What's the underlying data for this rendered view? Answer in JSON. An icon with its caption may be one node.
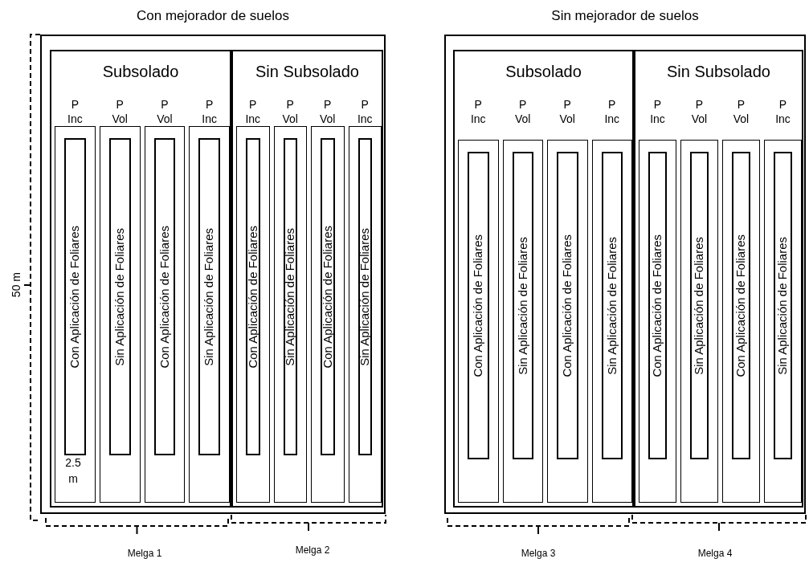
{
  "diagram": {
    "nodes": [
      {
        "text": [
          "Con mejorador de suelos"
        ]
      },
      {
        "text": [
          "Subsolado"
        ],
        "in": 0
      },
      {
        "text": [
          "P Inc"
        ],
        "in": 1
      },
      {
        "text": [
          "Con Aplicación de Foliares"
        ],
        "in": 2
      },
      {
        "text": [
          "P Vol"
        ],
        "in": 1
      },
      {
        "text": [
          "Sin Aplicación de Foliares"
        ],
        "in": 4
      },
      {
        "text": [
          "P Vol"
        ],
        "in": 1
      },
      {
        "text": [
          "Con Aplicación de Foliares"
        ],
        "in": 6
      },
      {
        "text": [
          "P Inc"
        ],
        "in": 1
      },
      {
        "text": [
          "Sin Aplicación de Foliares"
        ],
        "in": 8
      },
      {
        "text": [
          "Sin Subsolado"
        ],
        "in": 0
      },
      {
        "text": [
          "P Inc"
        ],
        "in": 10
      },
      {
        "text": [
          "Con Aplicación de Foliares"
        ],
        "in": 11
      },
      {
        "text": [
          "P Vol"
        ],
        "in": 10
      },
      {
        "text": [
          "Sin Aplicación de Foliares"
        ],
        "in": 13
      },
      {
        "text": [
          "P Vol"
        ],
        "in": 10
      },
      {
        "text": [
          "Con Aplicación de Foliares"
        ],
        "in": 15
      },
      {
        "text": [
          "P Inc"
        ],
        "in": 10
      },
      {
        "text": [
          "Sin Aplicación de Foliares"
        ],
        "in": 17
      },
      {
        "text": [
          "Sin mejorador de suelos"
        ]
      },
      {
        "text": [
          "Subsolado"
        ],
        "in": 19
      },
      {
        "text": [
          "P Inc"
        ],
        "in": 20
      },
      {
        "text": [
          "Con Aplicación de Foliares"
        ],
        "in": 21
      },
      {
        "text": [
          "P Vol"
        ],
        "in": 20
      },
      {
        "text": [
          "Sin Aplicación de Foliares"
        ],
        "in": 23
      },
      {
        "text": [
          "P Vol"
        ],
        "in": 20
      },
      {
        "text": [
          "Con Aplicación de Foliares"
        ],
        "in": 25
      },
      {
        "text": [
          "P Inc"
        ],
        "in": 20
      },
      {
        "text": [
          "Sin Aplicación de Foliares"
        ],
        "in": 27
      },
      {
        "text": [
          "Sin Subsolado"
        ],
        "in": 19
      },
      {
        "text": [
          "P Inc"
        ],
        "in": 29
      },
      {
        "text": [
          "Con Aplicación de Foliares"
        ],
        "in": 30
      },
      {
        "text": [
          "P Vol"
        ],
        "in": 29
      },
      {
        "text": [
          "Sin Aplicación de Foliares"
        ],
        "in": 32
      },
      {
        "text": [
          "P Vol"
        ],
        "in": 29
      },
      {
        "text": [
          "Con Aplicación de Foliares"
        ],
        "in": 34
      },
      {
        "text": [
          "P Inc"
        ],
        "in": 29
      },
      {
        "text": [
          "Sin Aplicación de Foliares"
        ],
        "in": 36
      }
    ],
    "labels": [
      "50 m",
      "2.5 m",
      "Melga 1",
      "Melga 2",
      "Melga 3",
      "Melga 4"
    ]
  }
}
